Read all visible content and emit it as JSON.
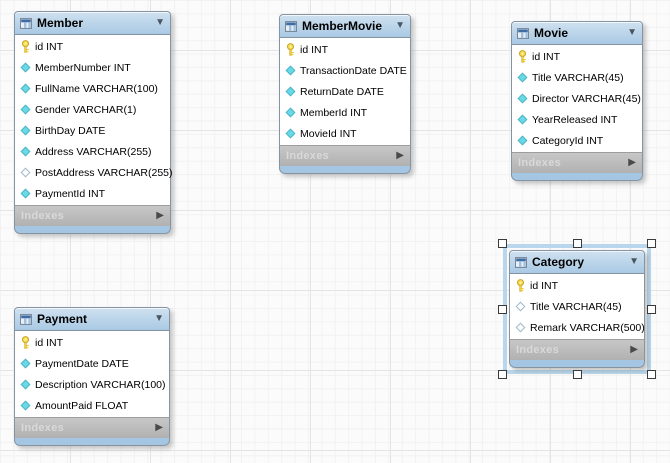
{
  "icons": {
    "collapse_arrow": "▼",
    "expand_arrow": "▶",
    "table_icon": "table-grid",
    "key_icon": "primary-key",
    "diamond_filled_icon": "not-null-column",
    "diamond_hollow_icon": "nullable-column"
  },
  "colors": {
    "table_header_top": "#cfe1f0",
    "table_header_bottom": "#a9c9e4",
    "table_body": "#ffffff",
    "indexes_bar": "#bcbcbc",
    "indexes_text": "#d9d9d9",
    "bottom_strip": "#a5c6e2",
    "table_border": "#8694a2",
    "selection_frame": "#b9d6ec",
    "key_gold": "#f0cf35",
    "diamond_cyan": "#68dae7",
    "grid_minor": "#f2f2f2",
    "grid_major": "#e4e4e4"
  },
  "tables": [
    {
      "title": "Member",
      "footer": "Indexes",
      "selected": false,
      "columns": [
        {
          "name": "id",
          "type": "INT",
          "icon": "key"
        },
        {
          "name": "MemberNumber",
          "type": "INT",
          "icon": "diamond-filled"
        },
        {
          "name": "FullName",
          "type": "VARCHAR(100)",
          "icon": "diamond-filled"
        },
        {
          "name": "Gender",
          "type": "VARCHAR(1)",
          "icon": "diamond-filled"
        },
        {
          "name": "BirthDay",
          "type": "DATE",
          "icon": "diamond-filled"
        },
        {
          "name": "Address",
          "type": "VARCHAR(255)",
          "icon": "diamond-filled"
        },
        {
          "name": "PostAddress",
          "type": "VARCHAR(255)",
          "icon": "diamond-hollow"
        },
        {
          "name": "PaymentId",
          "type": "INT",
          "icon": "diamond-filled"
        }
      ]
    },
    {
      "title": "MemberMovie",
      "footer": "Indexes",
      "selected": false,
      "columns": [
        {
          "name": "id",
          "type": "INT",
          "icon": "key"
        },
        {
          "name": "TransactionDate",
          "type": "DATE",
          "icon": "diamond-filled"
        },
        {
          "name": "ReturnDate",
          "type": "DATE",
          "icon": "diamond-filled"
        },
        {
          "name": "MemberId",
          "type": "INT",
          "icon": "diamond-filled"
        },
        {
          "name": "MovieId",
          "type": "INT",
          "icon": "diamond-filled"
        }
      ]
    },
    {
      "title": "Movie",
      "footer": "Indexes",
      "selected": false,
      "columns": [
        {
          "name": "id",
          "type": "INT",
          "icon": "key"
        },
        {
          "name": "Title",
          "type": "VARCHAR(45)",
          "icon": "diamond-filled"
        },
        {
          "name": "Director",
          "type": "VARCHAR(45)",
          "icon": "diamond-filled"
        },
        {
          "name": "YearReleased",
          "type": "INT",
          "icon": "diamond-filled"
        },
        {
          "name": "CategoryId",
          "type": "INT",
          "icon": "diamond-filled"
        }
      ]
    },
    {
      "title": "Category",
      "footer": "Indexes",
      "selected": true,
      "columns": [
        {
          "name": "id",
          "type": "INT",
          "icon": "key"
        },
        {
          "name": "Title",
          "type": "VARCHAR(45)",
          "icon": "diamond-hollow"
        },
        {
          "name": "Remark",
          "type": "VARCHAR(500)",
          "icon": "diamond-hollow"
        }
      ]
    },
    {
      "title": "Payment",
      "footer": "Indexes",
      "selected": false,
      "columns": [
        {
          "name": "id",
          "type": "INT",
          "icon": "key"
        },
        {
          "name": "PaymentDate",
          "type": "DATE",
          "icon": "diamond-filled"
        },
        {
          "name": "Description",
          "type": "VARCHAR(100)",
          "icon": "diamond-filled"
        },
        {
          "name": "AmountPaid",
          "type": "FLOAT",
          "icon": "diamond-filled"
        }
      ]
    }
  ]
}
